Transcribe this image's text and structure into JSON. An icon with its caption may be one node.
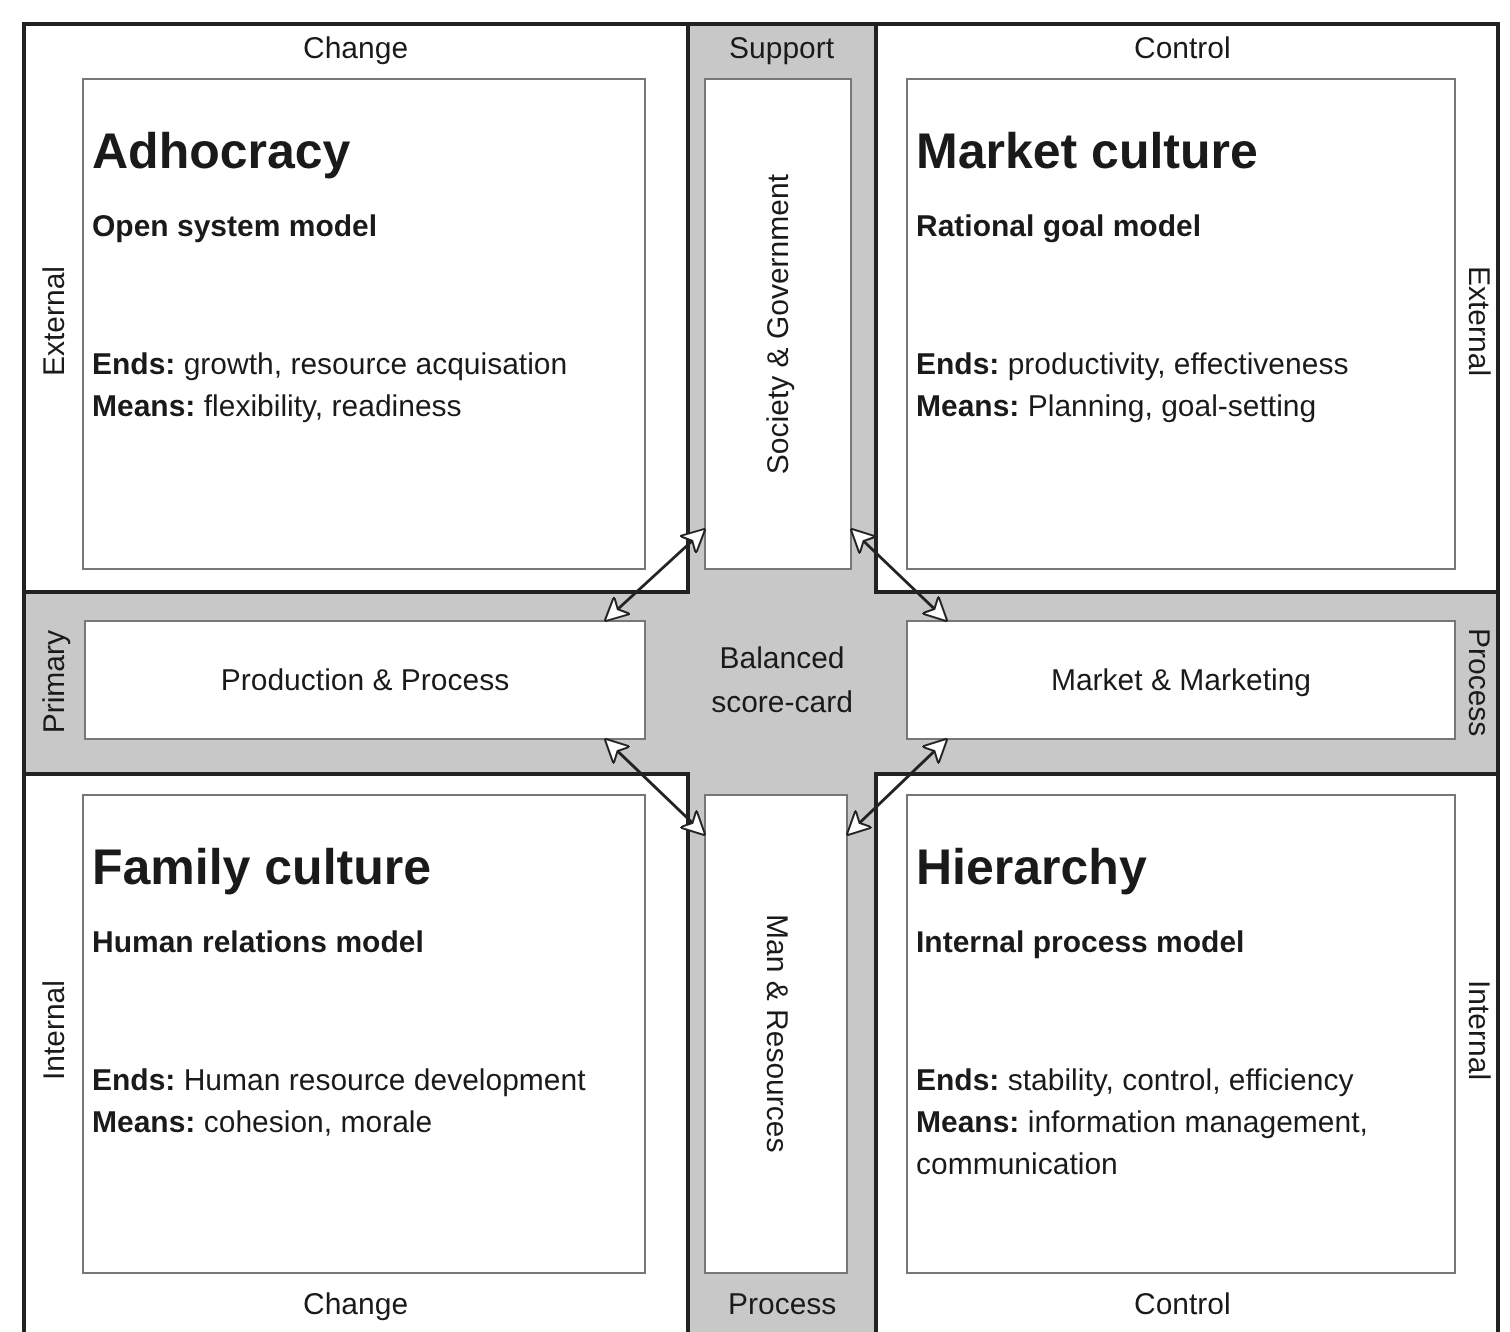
{
  "diagram": {
    "nodes": [
      {
        "text": [
          "Adhocracy",
          "Open system model",
          "**Ends:** growth, resource acquisation",
          "**Means:** flexibility, readiness"
        ]
      },
      {
        "text": [
          "Society & Government"
        ]
      },
      {
        "text": [
          "Market culture",
          "Rational goal model",
          "**Ends:** productivity, effectiveness",
          "**Means:** Planning, goal-setting"
        ]
      },
      {
        "text": [
          "Production & Process"
        ]
      },
      {
        "text": [
          "Market & Marketing"
        ]
      },
      {
        "text": [
          "Family culture",
          "Human relations model",
          "**Ends:** Human resource development",
          "**Means:** cohesion, morale"
        ]
      },
      {
        "text": [
          "Man & Resources"
        ]
      },
      {
        "text": [
          "Hierarchy",
          "Internal process model",
          "**Ends:** stability, control, efficiency",
          "**Means:** information management, communication"
        ]
      }
    ],
    "edges": [
      {
        "from": 3,
        "to": 1,
        "arrow": "both"
      },
      {
        "from": 3,
        "to": 6,
        "arrow": "both"
      },
      {
        "from": 1,
        "to": 4,
        "arrow": "both"
      },
      {
        "from": 4,
        "to": 6,
        "arrow": "both"
      }
    ],
    "labels": [
      "Change",
      "Support",
      "Control",
      "External",
      "External",
      "Primary",
      "Balanced score-card",
      "Process",
      "Internal",
      "Internal",
      "Change",
      "Process",
      "Control"
    ]
  }
}
